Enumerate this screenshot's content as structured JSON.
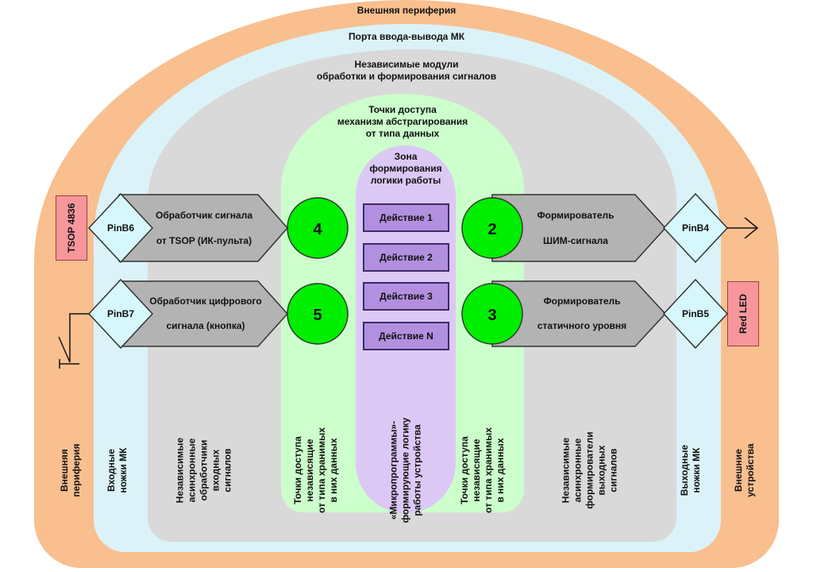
{
  "layers": {
    "outer": "Внешняя периферия",
    "ports": "Порта ввода-вывода МК",
    "modules": "Независимые модули\nобработки и формирования сигналов",
    "access": "Точки доступа\nмеханизм абстрагирования\nот типа данных",
    "logic": "Зона\nформирования\nлогики работы"
  },
  "devices": {
    "tsop": "TSOP 4836",
    "led": "Red LED"
  },
  "pins": {
    "b6": "PinB6",
    "b7": "PinB7",
    "b4": "PinB4",
    "b5": "PinB5"
  },
  "handlers": {
    "tsop_line1": "Обработчик сигнала",
    "tsop_line2": "от TSOP (ИК-пульта)",
    "button_line1": "Обработчик цифрового",
    "button_line2": "сигнала (кнопка)"
  },
  "formers": {
    "pwm_line1": "Формирователь",
    "pwm_line2": "ШИМ-сигнала",
    "static_line1": "Формирователь",
    "static_line2": "статичного уровня"
  },
  "access_points": {
    "p4": "4",
    "p5": "5",
    "p2": "2",
    "p3": "3"
  },
  "actions": [
    "Действие 1",
    "Действие 2",
    "Действие 3",
    "Действие N"
  ],
  "bottom_labels": {
    "ext_periphery": "Внешняя\nпериферия",
    "input_pins": "Входные\nножки МК",
    "input_handlers": "Независимые\nасинхронные\nобработчики\nвходных\nсигналов",
    "access_left": "Точки доступа\nнезависящие\nот типа хранимых\nв них данных",
    "microprograms": "«Микропрограммы»-\nформирующие логику\nработы устройства",
    "access_right": "Точки доступа\nнезависящие\nот типа хранимых\nв них данных",
    "output_formers": "Независимые\nасинхронные\nформирователи\nвыходных\nсигналов",
    "output_pins": "Выходные\nножки МК",
    "ext_devices": "Внешние\nустройства"
  },
  "colors": {
    "outer": "#f9bf8f",
    "ports": "#dbf3f8",
    "modules": "#d9d9d9",
    "access": "#ccffcc",
    "logic": "#dcc8f5",
    "action": "#b38fe0",
    "access_point": "#00ee00",
    "device": "#f7979c",
    "pin": "#d6f7fb",
    "block": "#b3b3b3"
  }
}
